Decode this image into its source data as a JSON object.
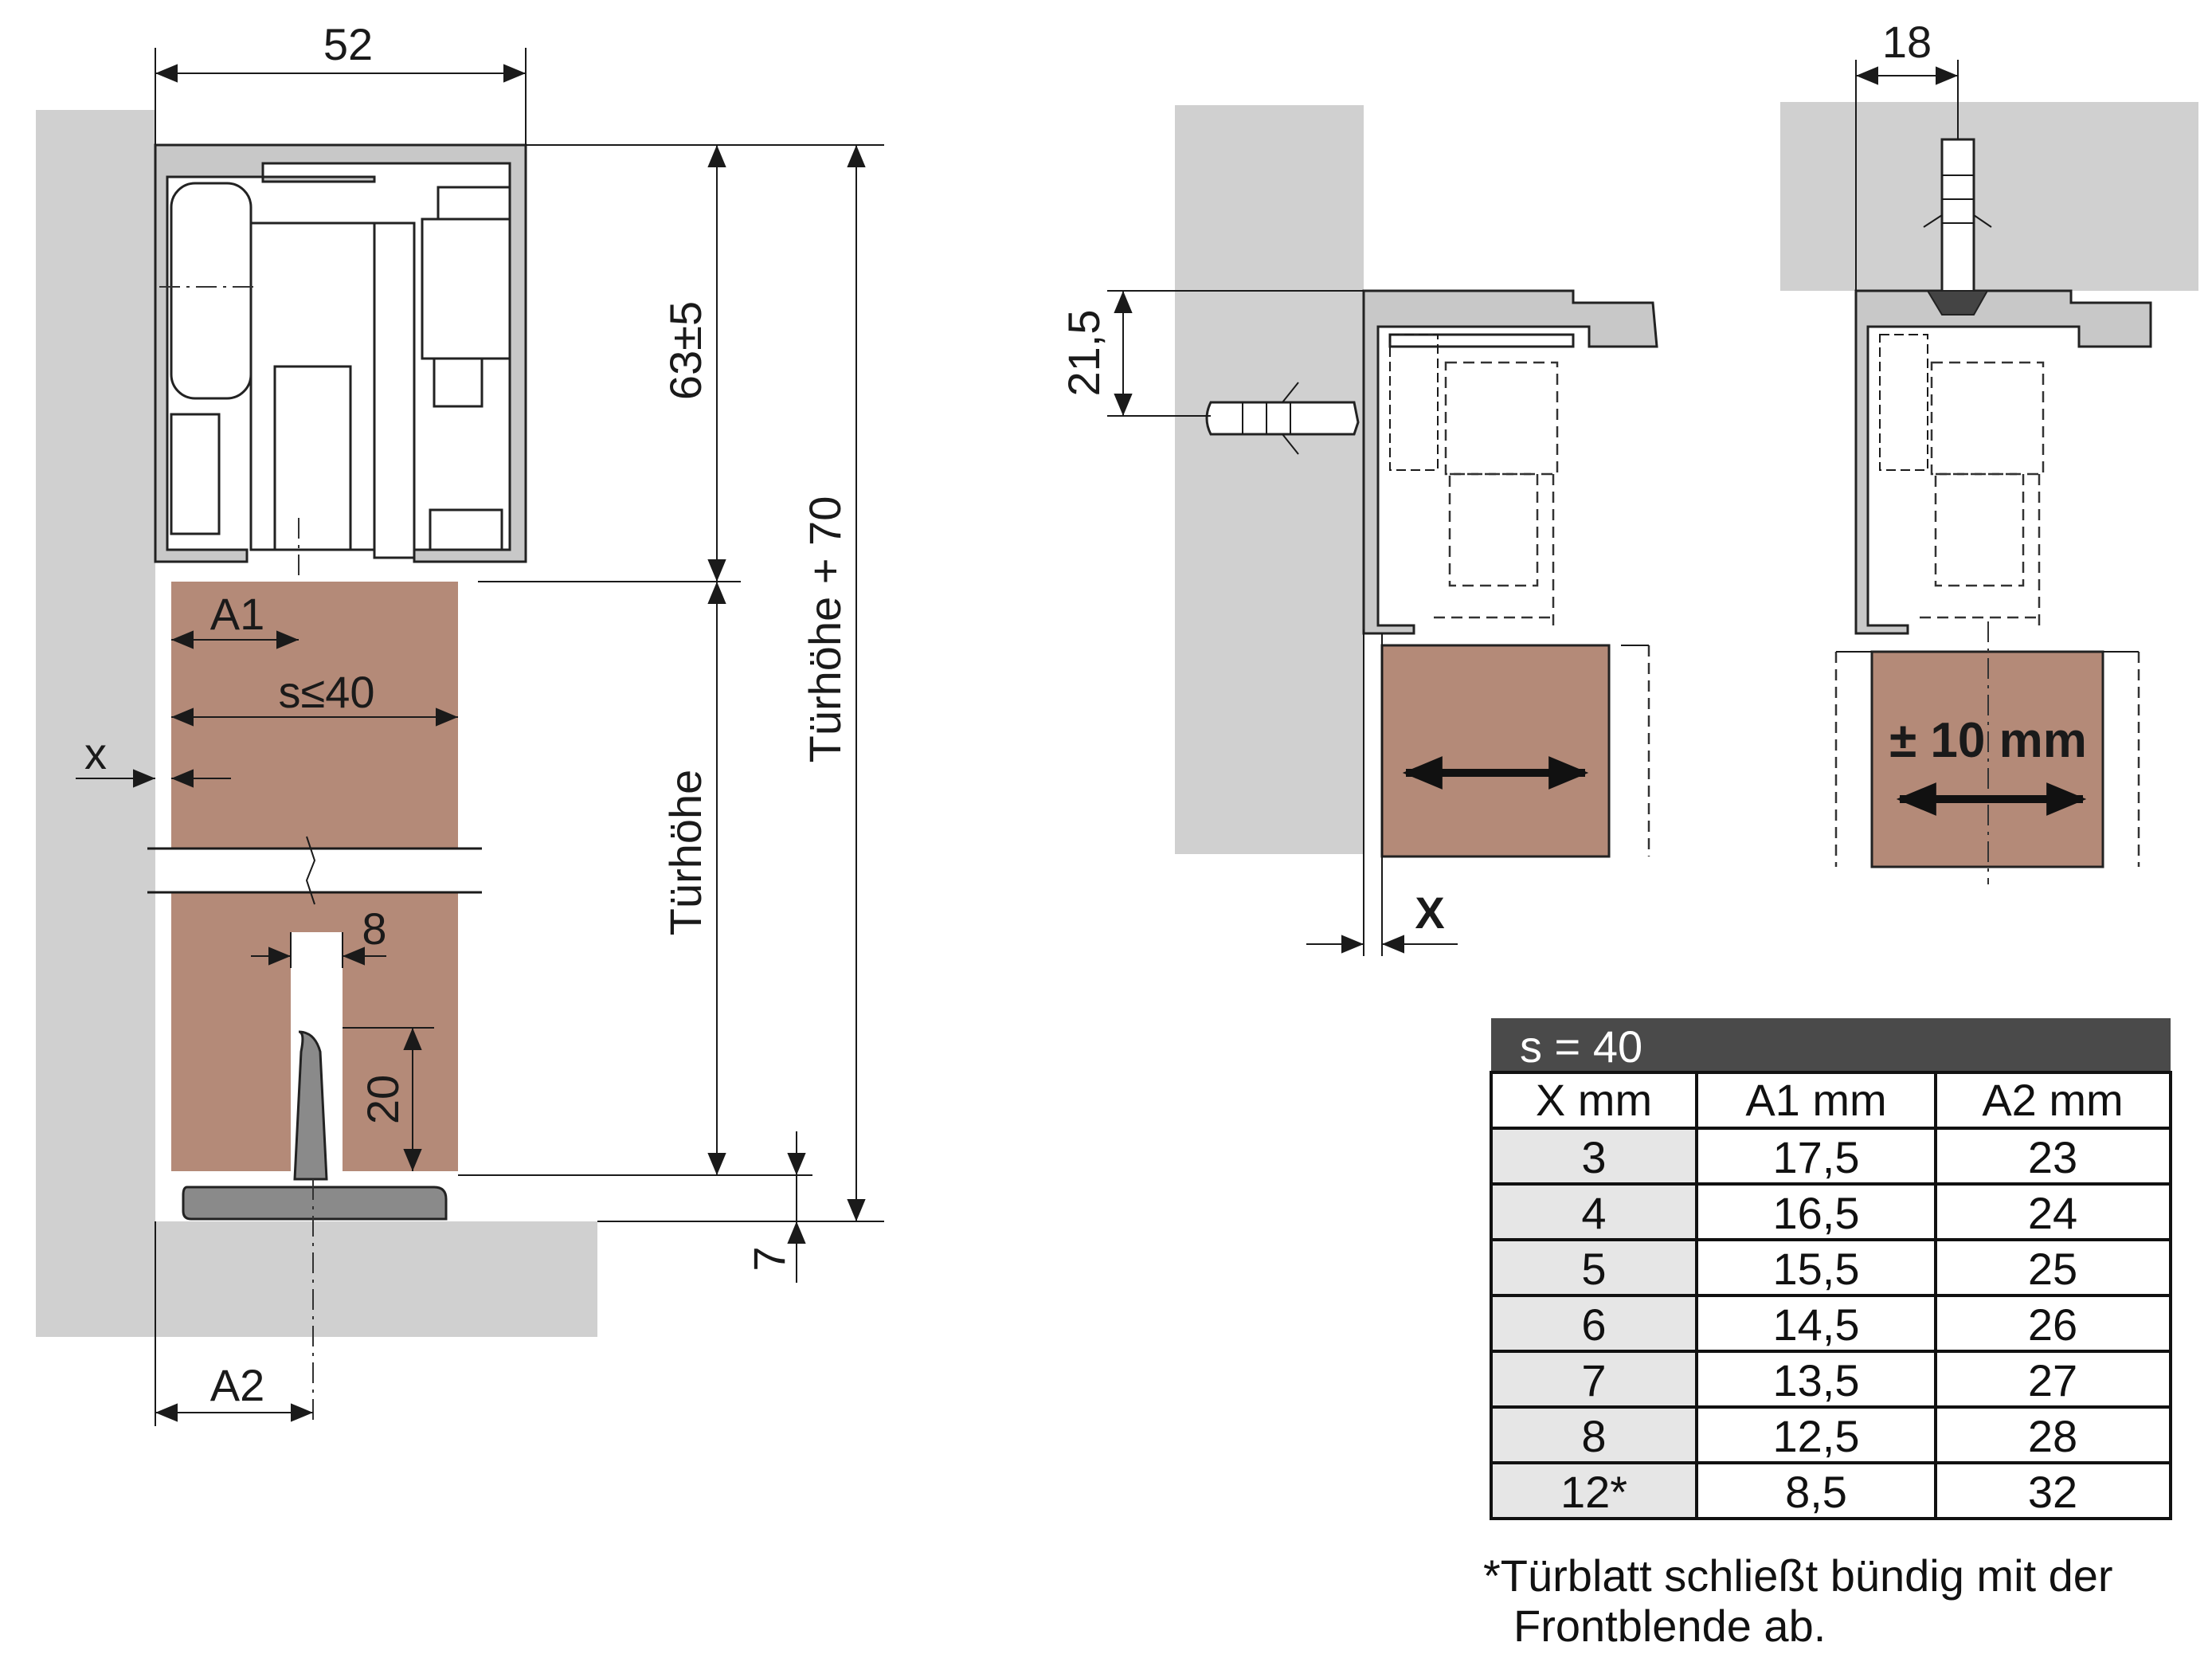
{
  "left_view": {
    "dim_width": "52",
    "dim_top": "63±5",
    "dim_total": "Türhöhe + 70",
    "dim_door": "Türhöhe",
    "dim_a1": "A1",
    "dim_s": "s≤40",
    "dim_x": "x",
    "dim_slot": "8",
    "dim_guide": "20",
    "dim_floor": "7",
    "dim_a2": "A2"
  },
  "middle_view": {
    "dim_height": "21,5",
    "dim_x": "X"
  },
  "right_view": {
    "dim_width": "18",
    "adjust_label": "± 10 mm"
  },
  "table": {
    "title": "s = 40",
    "headers": [
      "X mm",
      "A1 mm",
      "A2 mm"
    ],
    "rows": [
      [
        "3",
        "17,5",
        "23"
      ],
      [
        "4",
        "16,5",
        "24"
      ],
      [
        "5",
        "15,5",
        "25"
      ],
      [
        "6",
        "14,5",
        "26"
      ],
      [
        "7",
        "13,5",
        "27"
      ],
      [
        "8",
        "12,5",
        "28"
      ],
      [
        "12*",
        "8,5",
        "32"
      ]
    ]
  },
  "footnote": {
    "line1": "*Türblatt schließt bündig mit der",
    "line2": "Frontblende ab."
  }
}
